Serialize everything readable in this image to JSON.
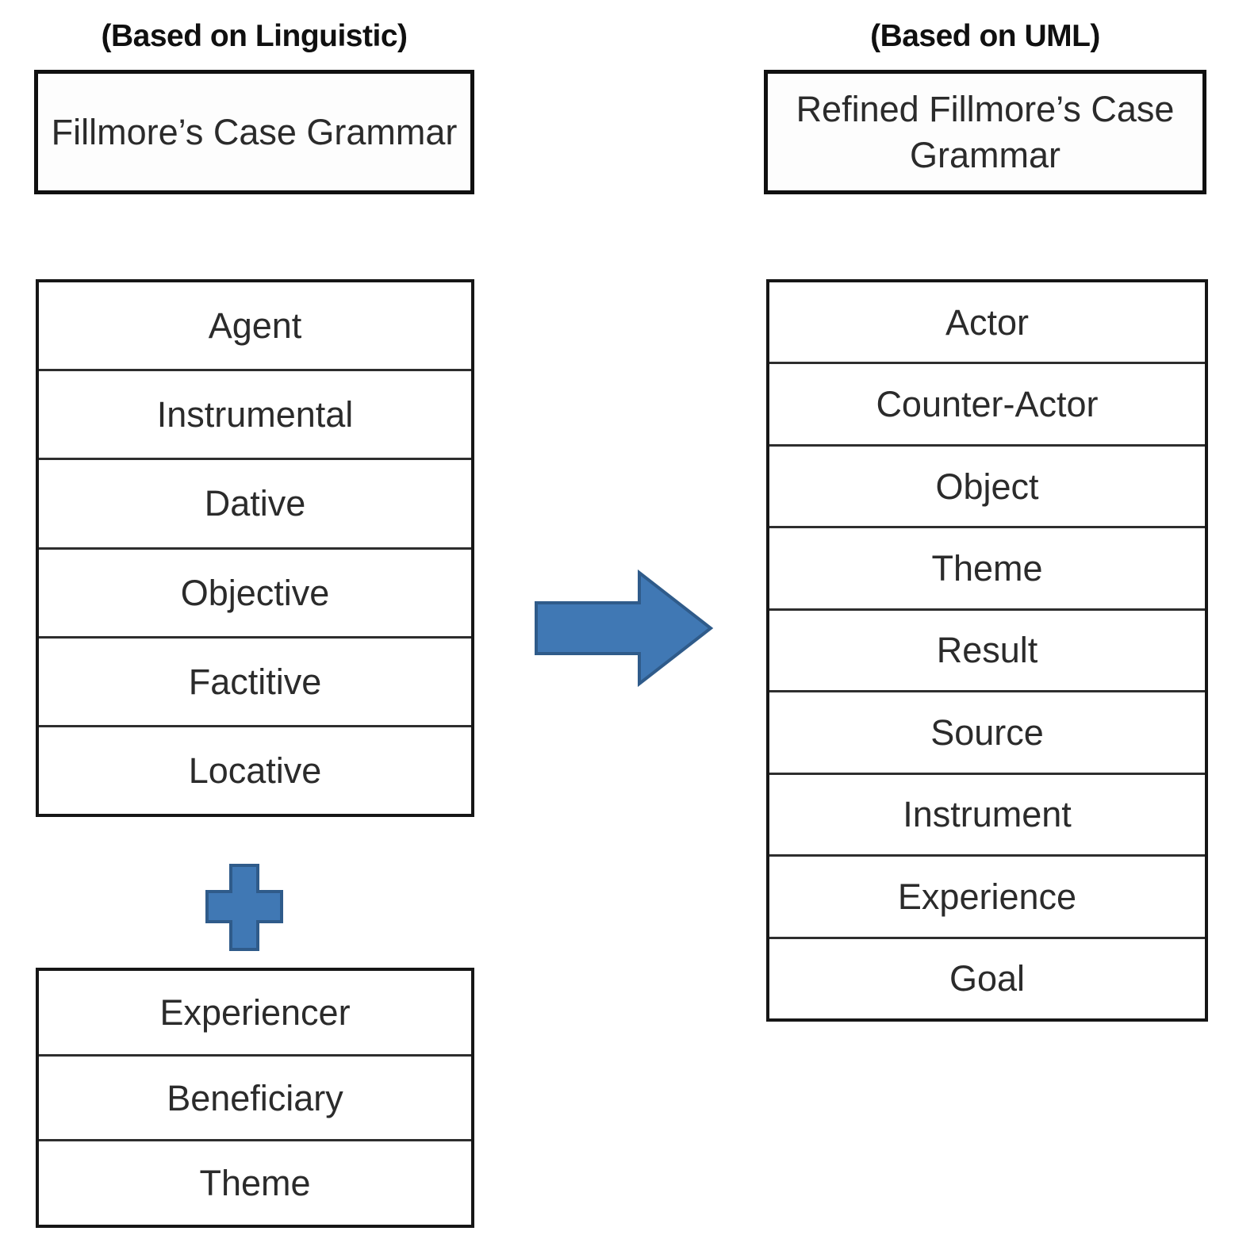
{
  "diagram": {
    "title_left": "(Based on Linguistic)",
    "title_right": "(Based on UML)",
    "source_model": "Fillmore’s Case Grammar",
    "target_model": "Refined Fillmore’s Case Grammar",
    "accent_color": "#4078b4",
    "border_color": "#161616",
    "text_color": "#2b2b2b"
  },
  "left_column": {
    "group_label": "(Based on Linguistic)",
    "header": "Fillmore’s Case Grammar",
    "primary_cases": [
      "Agent",
      "Instrumental",
      "Dative",
      "Objective",
      "Factitive",
      "Locative"
    ],
    "additional_cases": [
      "Experiencer",
      "Beneficiary",
      "Theme"
    ]
  },
  "right_column": {
    "group_label": "(Based on UML)",
    "header": "Refined Fillmore’s Case Grammar",
    "cases": [
      "Actor",
      "Counter-Actor",
      "Object",
      "Theme",
      "Result",
      "Source",
      "Instrument",
      "Experience",
      "Goal"
    ]
  },
  "connectors": {
    "transform_arrow": "arrow-right-icon",
    "union_plus": "plus-icon"
  }
}
